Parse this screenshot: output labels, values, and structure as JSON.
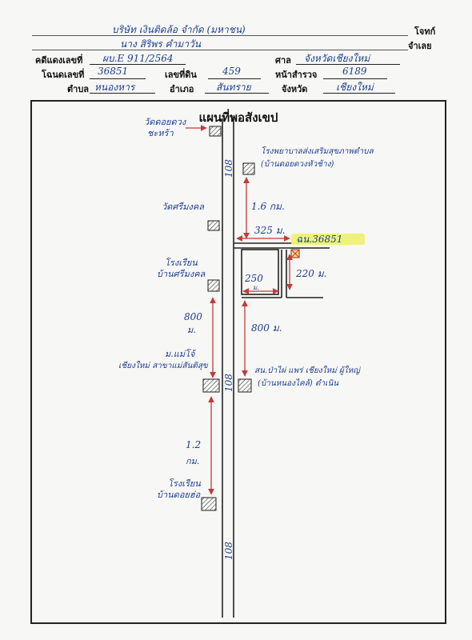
{
  "header": {
    "plaintiff_label": "โจทก์",
    "plaintiff_value": "บริษัท เงินติดล้อ จำกัด (มหาชน)",
    "defendant_label": "จำเลย",
    "defendant_value": "นาง สิริพร คำมาวัน",
    "redcase_label": "คดีแดงเลขที่",
    "redcase_value": "ผบ.E 911/2564",
    "court_label": "ศาล",
    "court_value": "จังหวัดเชียงใหม่",
    "deed_label": "โฉนดเลขที่",
    "deed_value": "36851",
    "landno_label": "เลขที่ดิน",
    "landno_value": "459",
    "survey_label": "หน้าสำรวจ",
    "survey_value": "6189",
    "subdistrict_label": "ตำบล",
    "subdistrict_value": "หนองหาร",
    "district_label": "อำเภอ",
    "district_value": "สันทราย",
    "province_label": "จังหวัด",
    "province_value": "เชียงใหม่"
  },
  "map": {
    "title": "แผนที่พอสังเขป",
    "road_number": "108",
    "places": {
      "temple_top": "วัดดอยดวง",
      "temple_top_2": "ชะหร้า",
      "hospital": "โรงพยาบาลส่งเสริมสุขภาพตำบล",
      "hospital_2": "(บ้านดอยดวงหัวช้าง)",
      "temple_mid": "วัดศรีมงคล",
      "school_top": "โรงเรียน",
      "school_top_2": "บ้านศรีมงคล",
      "university": "ม.แม่โจ้",
      "university_2": "เชียงใหม่ สาขาแม่สันติสุข",
      "village_office": "สน.ป่าไผ่ แพร่ เชียงใหม่ ผู้ใหญ่",
      "village_office_2": "(บ้านหนองไคล้) ดำเนิน",
      "school_bottom": "โรงเรียน",
      "school_bottom_2": "บ้านดอยฮ่อ",
      "plot_label": "ฉน.36851"
    },
    "distances": {
      "d_1_6km": "1.6 กม.",
      "d_325m": "325 ม.",
      "d_250m": "250",
      "d_250m_unit": "ม.",
      "d_220m": "220 ม.",
      "d_800m_left": "800",
      "d_800m_left_unit": "ม.",
      "d_800m_right": "800 ม.",
      "d_1_2km": "1.2",
      "d_1_2km_unit": "กม."
    },
    "colors": {
      "ink": "#1d3f8f",
      "arrow": "#c23a3a",
      "highlight": "#eef27a",
      "road": "#222222"
    }
  }
}
